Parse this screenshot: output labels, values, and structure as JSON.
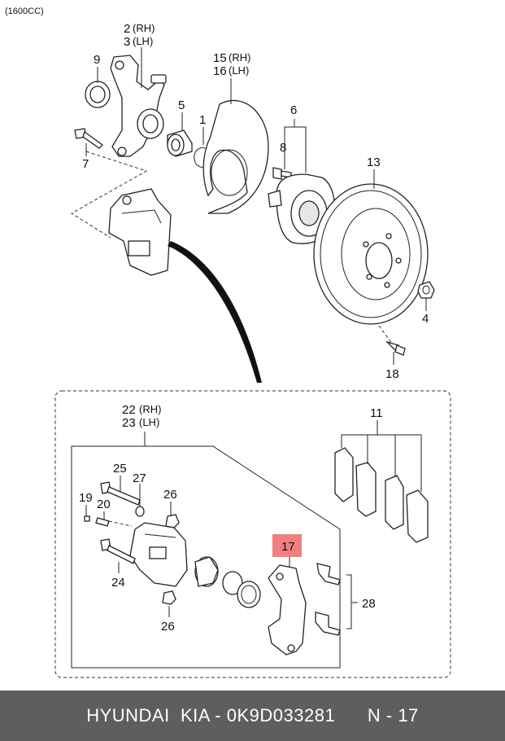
{
  "variant": "(1600CC)",
  "callouts": {
    "p1": "1",
    "p2": "2",
    "p3": "3",
    "rh": "(RH)",
    "lh": "(LH)",
    "p4": "4",
    "p5": "5",
    "p6": "6",
    "p7": "7",
    "p8": "8",
    "p9": "9",
    "p11": "11",
    "p13": "13",
    "p15": "15",
    "p16": "16",
    "p17": "17",
    "p18": "18",
    "p19": "19",
    "p20": "20",
    "p22": "22",
    "p23": "23",
    "p24": "24",
    "p25": "25",
    "p26a": "26",
    "p26b": "26",
    "p27": "27",
    "p28": "28"
  },
  "highlight_color": "#f08080",
  "footer": {
    "brand": "HYUNDAI  KIA - 0K9D033281",
    "ref": "N - 17"
  }
}
